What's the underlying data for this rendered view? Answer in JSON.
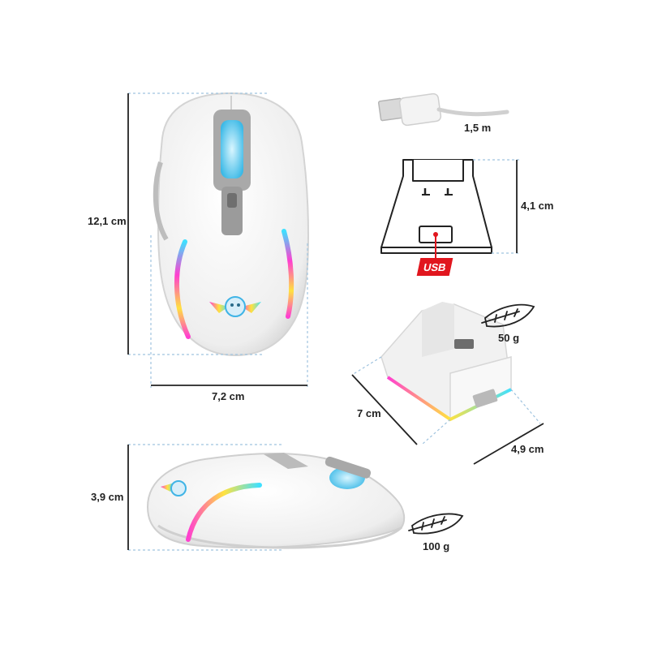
{
  "dimensions": {
    "mouse_height": "12,1 cm",
    "mouse_width": "7,2 cm",
    "mouse_depth": "3,9 cm",
    "cable_length": "1,5 m",
    "dock_height": "4,1 cm",
    "dock_depth": "7 cm",
    "dock_width": "4,9 cm"
  },
  "weights": {
    "dock": "50 g",
    "mouse": "100 g"
  },
  "port_badge": "USB",
  "colors": {
    "badge_red": "#e1161e",
    "dim_line": "#9fc3df",
    "rgb_pink": "#ff3fd0",
    "rgb_cyan": "#3fe0ff",
    "rgb_yellow": "#ffe23f",
    "scroll_blue": "#7fd8f5"
  },
  "icons": [
    "feather-icon",
    "skull-wings-logo-icon",
    "usb-plug-icon"
  ]
}
